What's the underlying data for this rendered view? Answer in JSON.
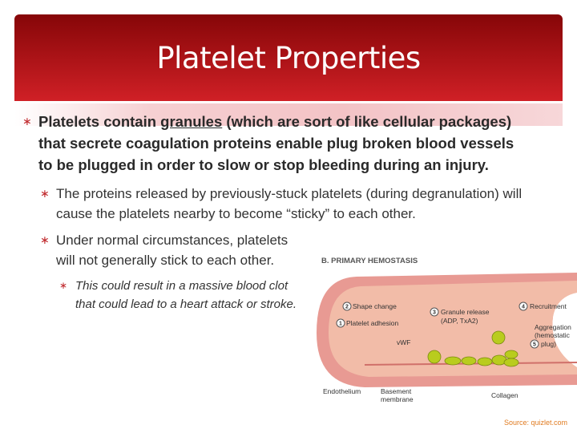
{
  "slide": {
    "title": "Platelet Properties",
    "bullet_symbol": "∗",
    "main_bullet": {
      "before": "Platelets contain ",
      "underlined": "granules",
      "after": " (which are sort of like cellular packages) that secrete coagulation proteins enable plug broken blood vessels to be plugged in order to slow or stop bleeding during an injury."
    },
    "sub_bullets": [
      "The proteins released by previously-stuck platelets (during degranulation) will cause the platelets nearby to become “sticky” to each other.",
      "Under normal circumstances, platelets will not generally stick to each other."
    ],
    "sub_sub_bullet": "This could result in a massive blood clot that could lead to a heart attack or stroke.",
    "source": "Source: quizlet.com"
  },
  "diagram": {
    "heading": "B. PRIMARY HEMOSTASIS",
    "labels": {
      "step1": "Platelet adhesion",
      "step2": "Shape change",
      "step3a": "Granule release",
      "step3b": "(ADP, TxA2)",
      "step4": "Recruitment",
      "step5a": "Aggregation",
      "step5b": "(hemostatic",
      "step5c": "plug)",
      "vwf": "vWF",
      "endothelium": "Endothelium",
      "basement1": "Basement",
      "basement2": "membrane",
      "collagen": "Collagen"
    },
    "numbers": [
      "1",
      "2",
      "3",
      "4",
      "5"
    ]
  }
}
